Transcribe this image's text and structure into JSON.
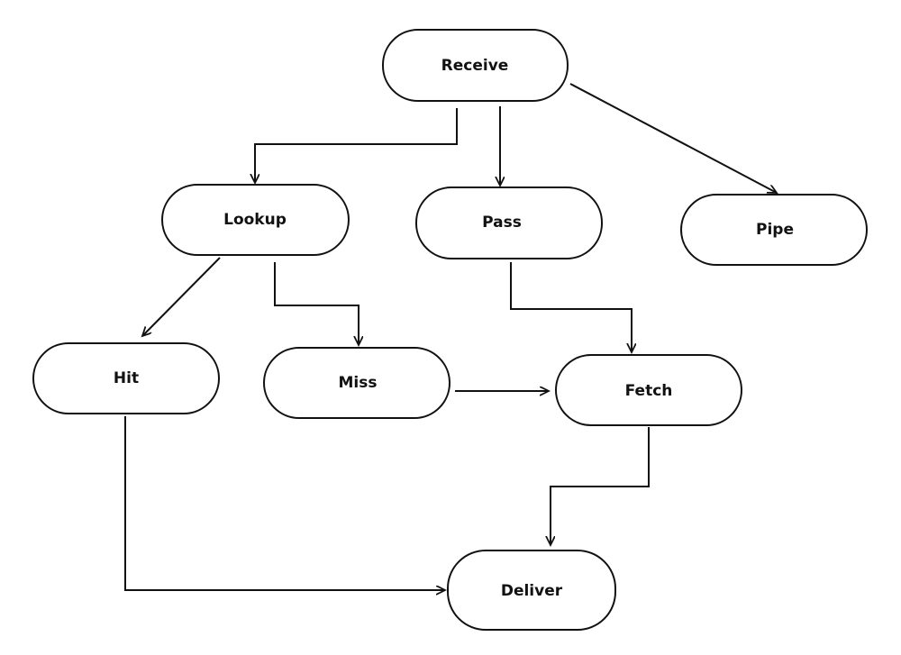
{
  "diagram": {
    "type": "flowchart",
    "nodes": [
      {
        "id": "receive",
        "label": "Receive"
      },
      {
        "id": "lookup",
        "label": "Lookup"
      },
      {
        "id": "pass",
        "label": "Pass"
      },
      {
        "id": "pipe",
        "label": "Pipe"
      },
      {
        "id": "hit",
        "label": "Hit"
      },
      {
        "id": "miss",
        "label": "Miss"
      },
      {
        "id": "fetch",
        "label": "Fetch"
      },
      {
        "id": "deliver",
        "label": "Deliver"
      }
    ],
    "edges": [
      {
        "from": "receive",
        "to": "lookup"
      },
      {
        "from": "receive",
        "to": "pass"
      },
      {
        "from": "receive",
        "to": "pipe"
      },
      {
        "from": "lookup",
        "to": "hit"
      },
      {
        "from": "lookup",
        "to": "miss"
      },
      {
        "from": "pass",
        "to": "fetch"
      },
      {
        "from": "miss",
        "to": "fetch"
      },
      {
        "from": "fetch",
        "to": "deliver"
      },
      {
        "from": "hit",
        "to": "deliver"
      }
    ]
  }
}
